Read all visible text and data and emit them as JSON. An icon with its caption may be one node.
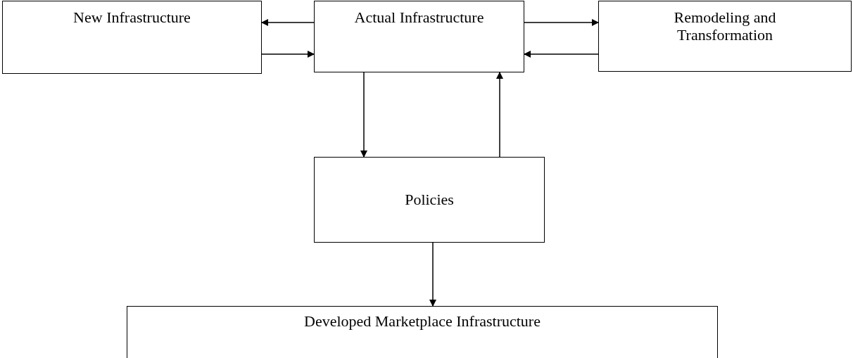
{
  "diagram": {
    "nodes": [
      {
        "text": [
          "New Infrastructure"
        ]
      },
      {
        "text": [
          "Actual Infrastructure"
        ]
      },
      {
        "text": [
          "Remodeling and Transformation"
        ]
      },
      {
        "text": [
          "Policies"
        ]
      },
      {
        "text": [
          "Developed Marketplace Infrastructure"
        ]
      }
    ],
    "edges": [
      {
        "from": 1,
        "to": 0,
        "arrow": "to"
      },
      {
        "from": 0,
        "to": 1,
        "arrow": "to"
      },
      {
        "from": 1,
        "to": 2,
        "arrow": "to"
      },
      {
        "from": 2,
        "to": 1,
        "arrow": "to"
      },
      {
        "from": 1,
        "to": 3,
        "arrow": "to"
      },
      {
        "from": 3,
        "to": 1,
        "arrow": "to"
      },
      {
        "from": 3,
        "to": 4,
        "arrow": "to"
      }
    ]
  }
}
